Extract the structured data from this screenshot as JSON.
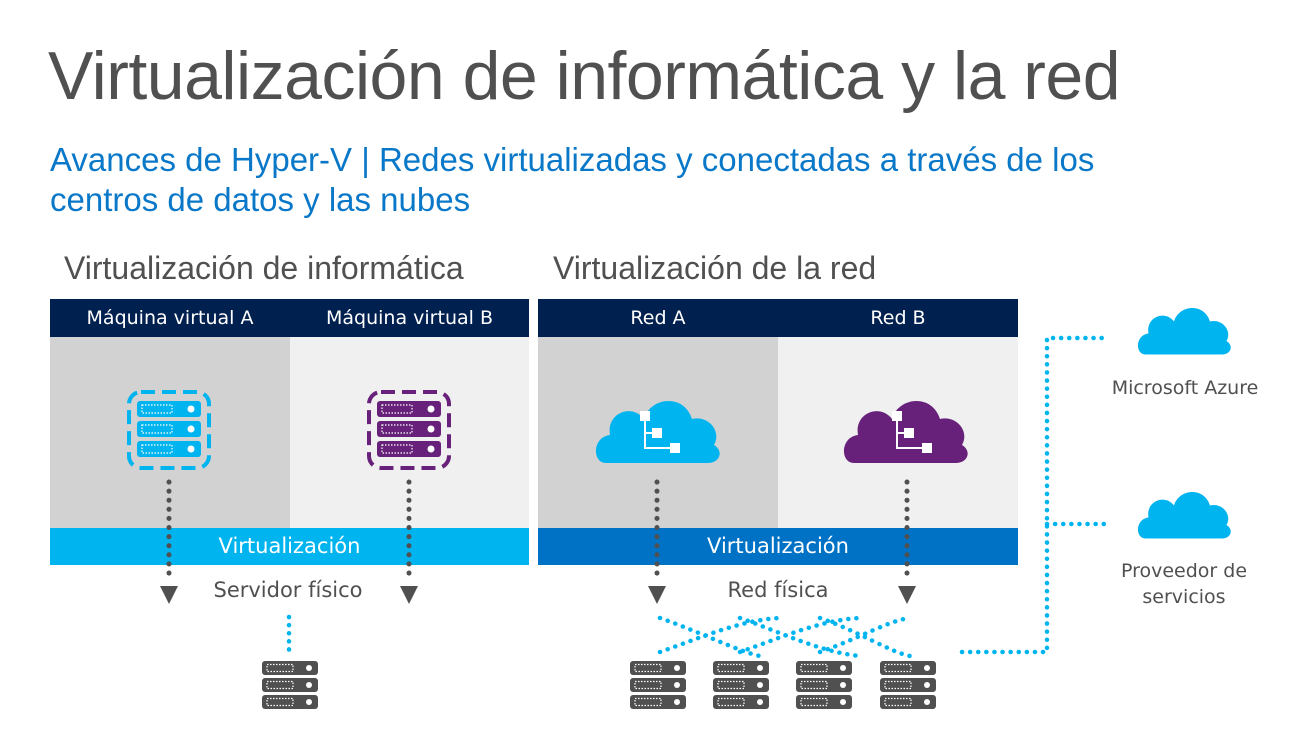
{
  "title": "Virtualización de informática y la red",
  "subtitle": "Avances de Hyper-V | Redes virtualizadas y conectadas a través de los centros de datos y las nubes",
  "compute": {
    "heading": "Virtualización de informática",
    "vm_a": "Máquina virtual A",
    "vm_b": "Máquina virtual B",
    "virtualization": "Virtualización",
    "host_label": "Servidor físico"
  },
  "network": {
    "heading": "Virtualización de la red",
    "net_a": "Red A",
    "net_b": "Red B",
    "virtualization": "Virtualización",
    "host_label": "Red física"
  },
  "clouds": {
    "azure": "Microsoft Azure",
    "provider": "Proveedor de servicios"
  },
  "colors": {
    "header_bar": "#002050",
    "cyan": "#00b4f0",
    "blue": "#0072c6",
    "purple": "#68217a",
    "dark_gray": "#505050",
    "panel_dark": "#d2d2d2",
    "panel_light": "#f0f0f0"
  },
  "icons": [
    "server-icon",
    "network-cloud-icon",
    "cloud-icon",
    "arrow-down-icon"
  ]
}
